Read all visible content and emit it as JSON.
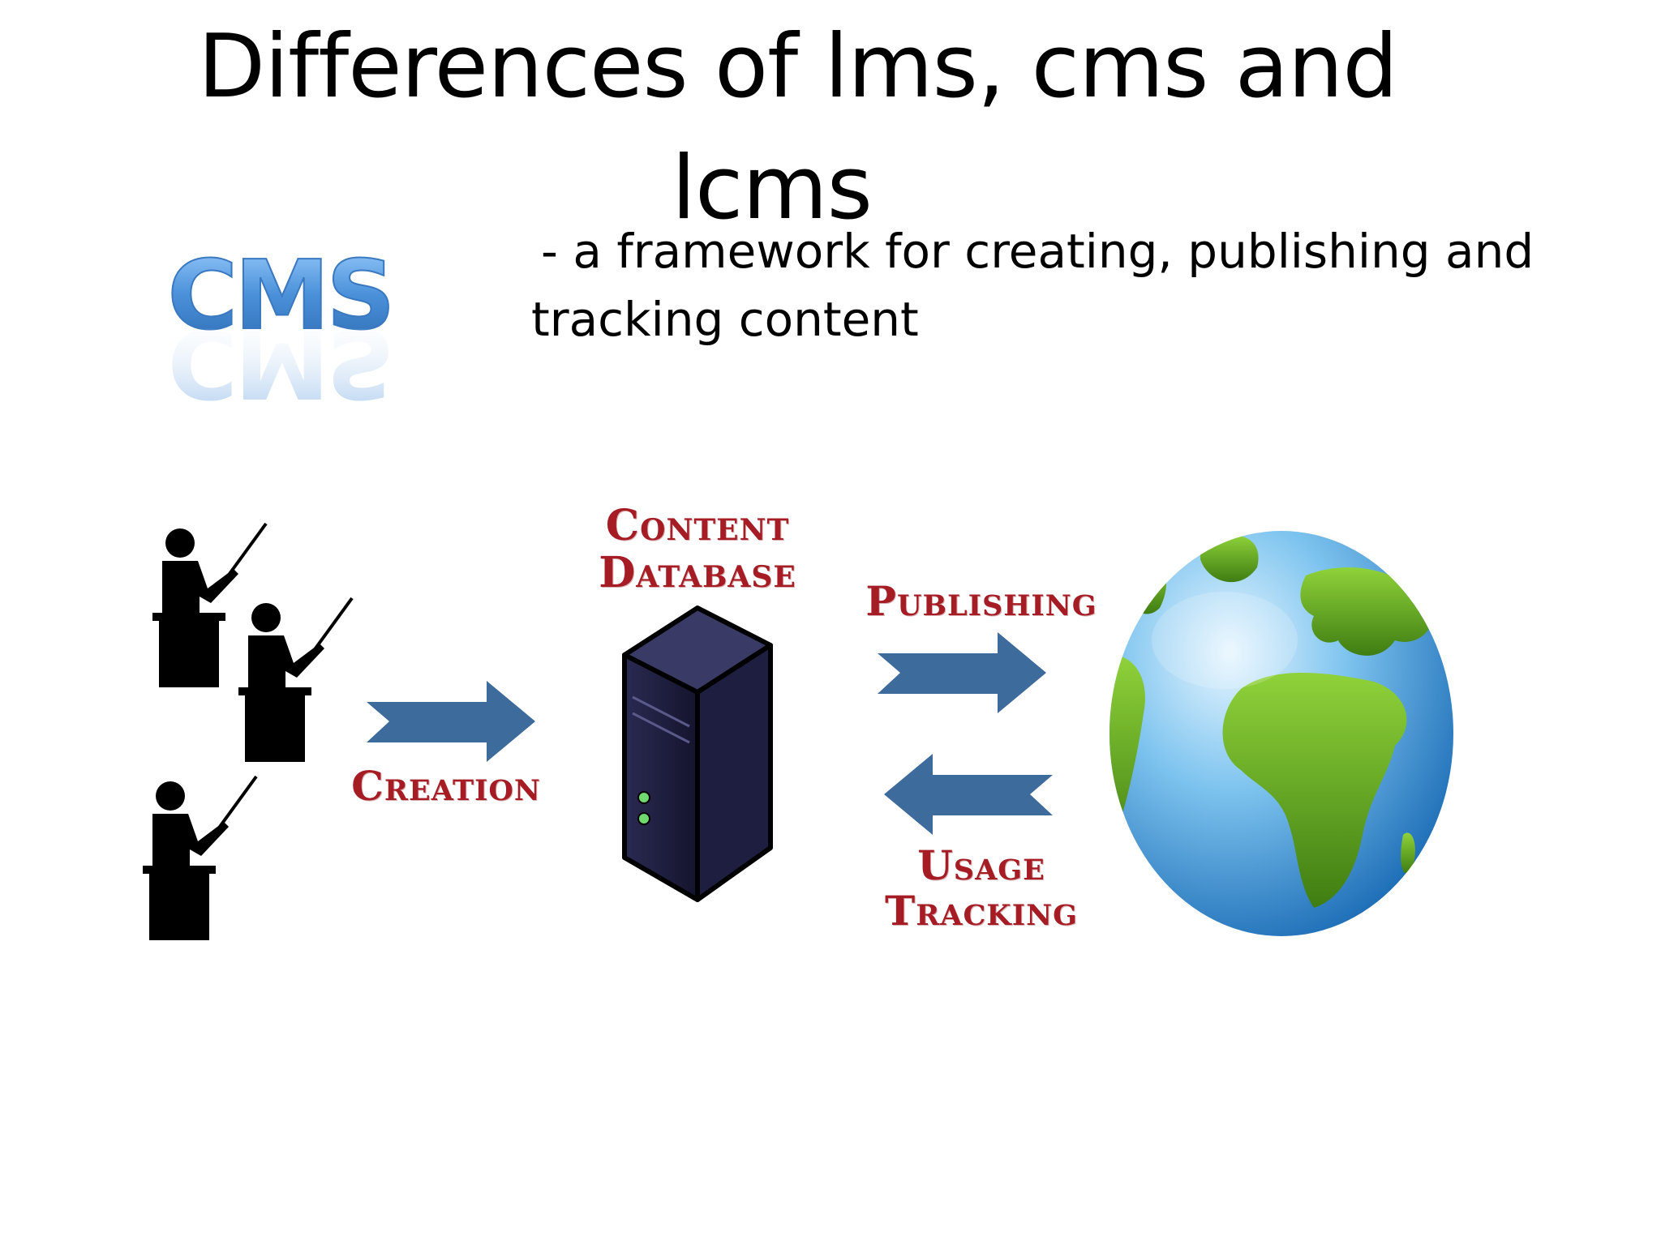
{
  "slide": {
    "title_line1": "Differences of lms, cms and",
    "title_line2": "lcms",
    "subtitle_line1": " - a framework for creating, publishing and",
    "subtitle_line2": "tracking content",
    "logo_text": "CMS"
  },
  "diagram": {
    "content_database_line1": "Content",
    "content_database_line2": "Database",
    "publishing": "Publishing",
    "creation": "Creation",
    "usage_line1": "Usage",
    "usage_line2": "Tracking"
  },
  "colors": {
    "arrow": "#3d6b9c",
    "label": "#a51c24",
    "logo": "#4a90d9",
    "server": "#1a1a3a",
    "ocean": "#4a9ad9",
    "land": "#5a9a1a"
  },
  "icons": {
    "teacher": "teacher-icon",
    "server": "server-icon",
    "globe": "globe-icon"
  }
}
